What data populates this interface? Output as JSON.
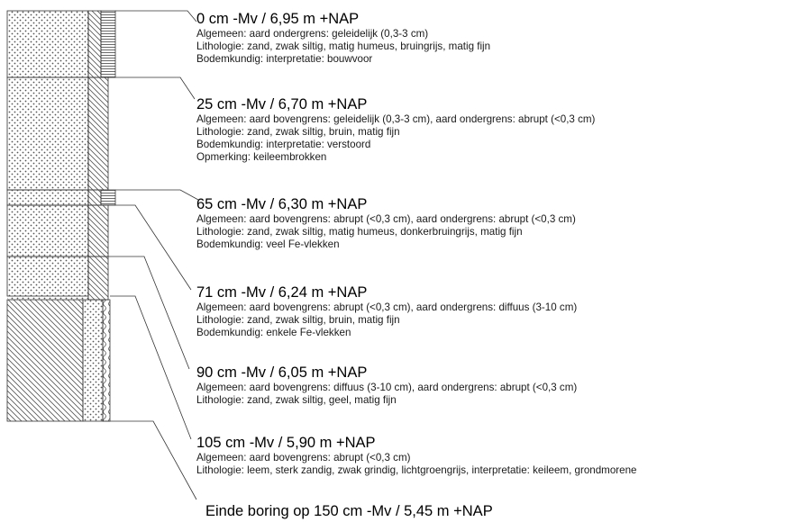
{
  "layers": [
    {
      "depth": "0 cm -Mv / 6,95 m +NAP",
      "lines": [
        "Algemeen: aard ondergrens: geleidelijk (0,3-3 cm)",
        "Lithologie: zand, zwak siltig, matig humeus, bruingrijs, matig fijn",
        "Bodemkundig: interpretatie: bouwvoor"
      ]
    },
    {
      "depth": "25 cm -Mv / 6,70 m +NAP",
      "lines": [
        "Algemeen: aard bovengrens: geleidelijk (0,3-3 cm), aard ondergrens: abrupt (<0,3 cm)",
        "Lithologie: zand, zwak siltig, bruin, matig fijn",
        "Bodemkundig: interpretatie: verstoord",
        "Opmerking: keileembrokken"
      ]
    },
    {
      "depth": "65 cm -Mv / 6,30 m +NAP",
      "lines": [
        "Algemeen: aard bovengrens: abrupt (<0,3 cm), aard ondergrens: abrupt (<0,3 cm)",
        "Lithologie: zand, zwak siltig, matig humeus, donkerbruingrijs, matig fijn",
        "Bodemkundig: veel Fe-vlekken"
      ]
    },
    {
      "depth": "71 cm -Mv / 6,24 m +NAP",
      "lines": [
        "Algemeen: aard bovengrens: abrupt (<0,3 cm), aard ondergrens: diffuus (3-10 cm)",
        "Lithologie: zand, zwak siltig, bruin, matig fijn",
        "Bodemkundig: enkele Fe-vlekken"
      ]
    },
    {
      "depth": "90 cm -Mv / 6,05 m +NAP",
      "lines": [
        "Algemeen: aard bovengrens: diffuus (3-10 cm), aard ondergrens: abrupt (<0,3 cm)",
        "Lithologie: zand, zwak siltig, geel, matig fijn"
      ]
    },
    {
      "depth": "105 cm -Mv / 5,90 m +NAP",
      "lines": [
        "Algemeen: aard bovengrens: abrupt (<0,3 cm)",
        "Lithologie: leem, sterk zandig, zwak grindig, lichtgroengrijs, interpretatie: keileem, grondmorene"
      ]
    }
  ],
  "end_text": "Einde boring op 150 cm -Mv / 5,45 m +NAP"
}
